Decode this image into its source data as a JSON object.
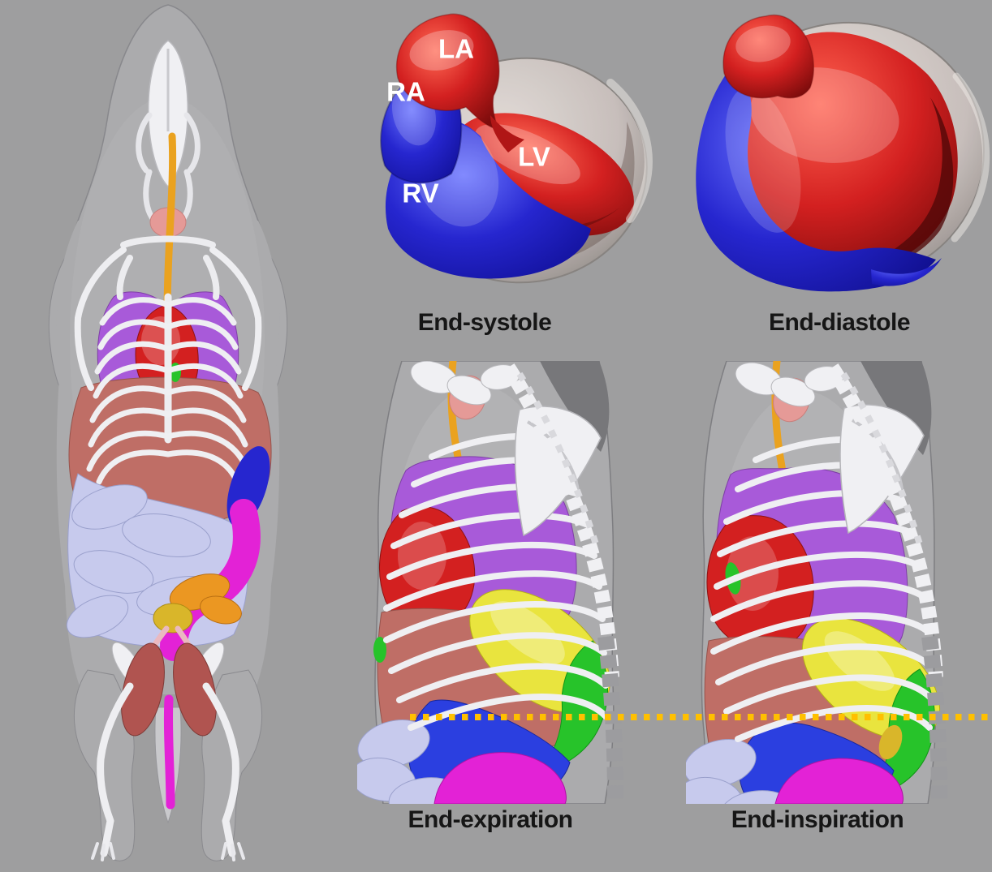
{
  "palette": {
    "background": "#9e9e9f",
    "body_gray": "#ababad",
    "body_edge": "#7c7c80",
    "limb_shadow_gray": "#77777a",
    "bone_white": "#f0f0f3",
    "bone_gray": "#b7b7bb",
    "vertebra_gray": "#9c9c9f",
    "heart_red": "#d32020",
    "atrium_dark_red": "#8e1212",
    "ventricle_blue": "#2626cf",
    "dark_blue": "#14129b",
    "epicardium_gray": "#c9c0bd",
    "lung_purple": "#a85ad9",
    "liver_brown": "#bf6e66",
    "intestine_lavender": "#c7caed",
    "colon_magenta": "#e322d6",
    "stomach_yellow": "#e9e43e",
    "spleen_green": "#27c32a",
    "kidney_blue": "#2b3fe0",
    "gonad_red": "#b05450",
    "cecum_orange": "#eb9722",
    "bladder_gold": "#d9b62a",
    "thymus_pink": "#e59a97",
    "esophagus_orange": "#eaa21f",
    "vessel_pink": "#eab9c0",
    "line_gold": "#ffc000",
    "caption_black": "#161616",
    "label_white": "#ffffff"
  },
  "heart_labels": {
    "left_atrium": "LA",
    "right_atrium": "RA",
    "left_ventricle": "LV",
    "right_ventricle": "RV"
  },
  "captions": {
    "end_systole": "End-systole",
    "end_diastole": "End-diastole",
    "end_expiration": "End-expiration",
    "end_inspiration": "End-inspiration"
  }
}
